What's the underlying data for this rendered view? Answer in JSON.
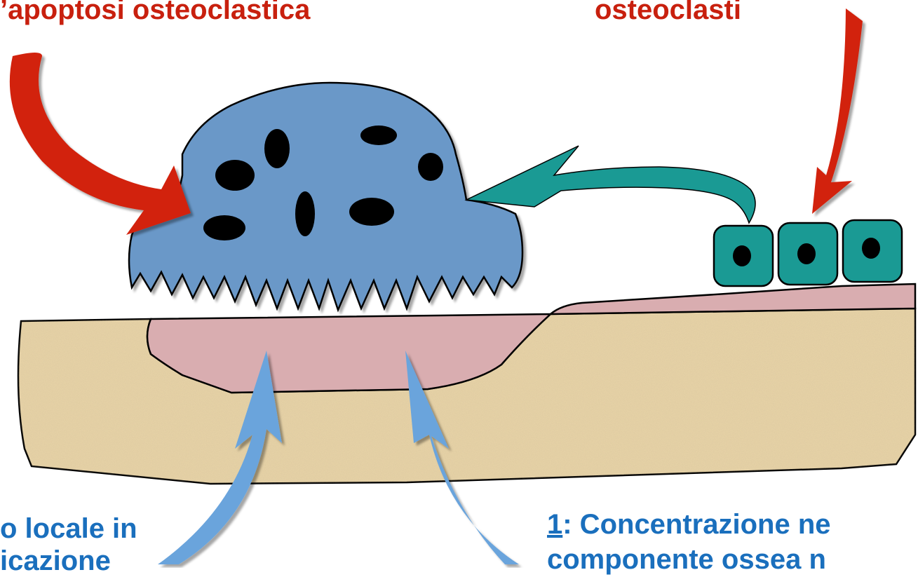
{
  "labels": {
    "top_left": "’apoptosi osteoclastica",
    "top_right": "osteoclasti",
    "bottom_left_line1": "o locale in",
    "bottom_left_line2": "icazione",
    "bottom_right_num": "1",
    "bottom_right_line1": ": Concentrazione ne",
    "bottom_right_line2": "componente ossea n"
  },
  "colors": {
    "red_text": "#c8200e",
    "blue_text": "#1a6fbd",
    "osteoclast": "#6a98c8",
    "nucleus": "#000000",
    "bone": "#e8d4a8",
    "resorbed_matrix": "#d9adb0",
    "red_arrow": "#d22410",
    "teal_arrow": "#1a9a94",
    "blue_arrow": "#6aa4dc",
    "lining_cell": "#1a9a94"
  }
}
